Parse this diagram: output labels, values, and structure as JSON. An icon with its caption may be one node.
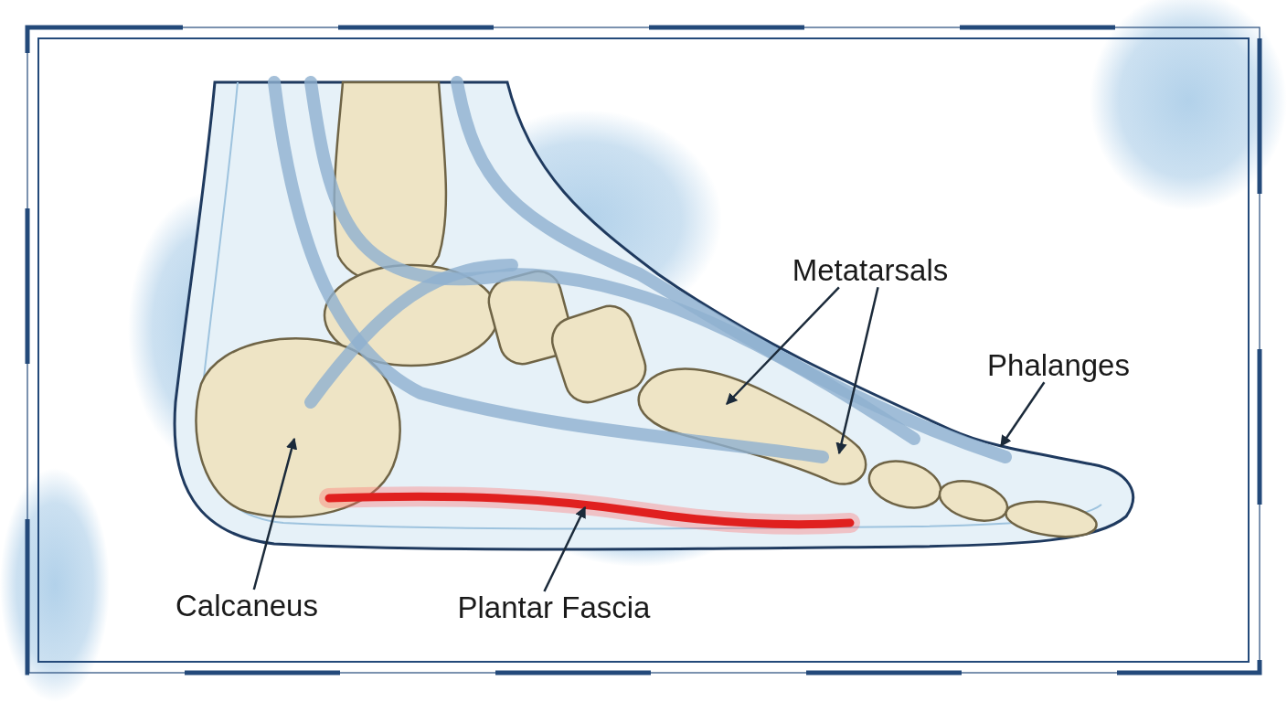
{
  "diagram": {
    "nodes": [
      {
        "text": [
          "Metatarsals"
        ]
      },
      {
        "text": [
          "Phalanges"
        ]
      },
      {
        "text": [
          "Calcaneus"
        ]
      },
      {
        "text": [
          "Plantar Fascia"
        ]
      }
    ],
    "edges": [
      {
        "from": 0,
        "to": null,
        "arrow": "to"
      },
      {
        "from": 0,
        "to": null,
        "arrow": "to"
      },
      {
        "from": 1,
        "to": null,
        "arrow": "to"
      },
      {
        "from": 2,
        "to": null,
        "arrow": "to"
      },
      {
        "from": 3,
        "to": null,
        "arrow": "to"
      }
    ]
  }
}
